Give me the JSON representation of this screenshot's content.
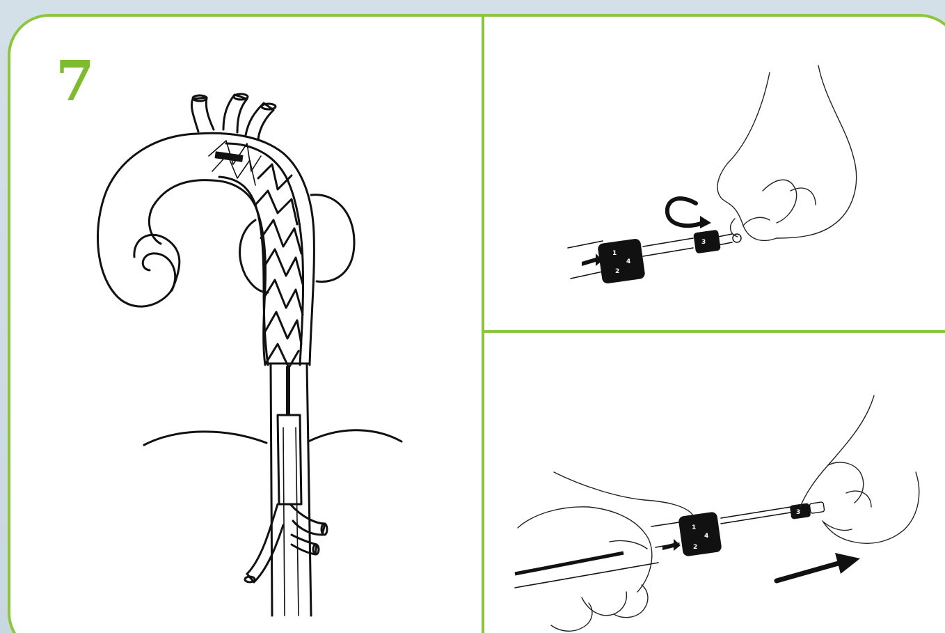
{
  "step": {
    "number": "7",
    "color": "#7dbb2f"
  },
  "frame": {
    "border_color": "#8cc63f",
    "background": "#ffffff",
    "page_background": "#cfdce6"
  },
  "panels": {
    "main": {
      "content": "aortic-arch-stent-graft-illustration"
    },
    "top_right": {
      "content": "handle-rotation-illustration",
      "knob_labels": {
        "a": "1",
        "b": "4",
        "c": "2",
        "d": "3"
      },
      "icons": [
        "rotate-arrow-icon",
        "push-arrow-icon"
      ]
    },
    "bottom_right": {
      "content": "handle-pullback-illustration",
      "knob_labels": {
        "a": "1",
        "b": "4",
        "c": "2",
        "d": "3"
      },
      "icons": [
        "pull-direction-arrow-icon",
        "push-arrow-icon"
      ]
    }
  }
}
